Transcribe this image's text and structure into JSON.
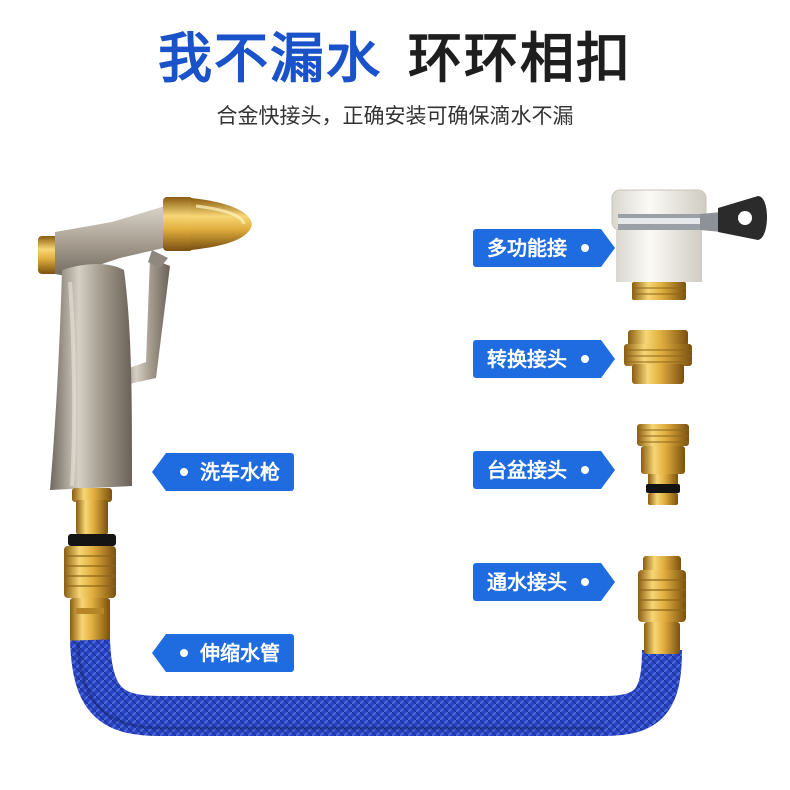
{
  "headline": {
    "part1": "我不漏水",
    "part2": "环环相扣",
    "subtitle": "合金快接头，正确安装可确保滴水不漏"
  },
  "labels": {
    "multi_connector": "多功能接",
    "adapter_connector": "转换接头",
    "faucet_connector": "台盆接头",
    "water_connector": "通水接头",
    "spray_gun": "洗车水枪",
    "hose": "伸缩水管"
  },
  "colors": {
    "accent_blue": "#1f6ce0",
    "title_blue": "#1a52c9",
    "brass": "#d8a93a",
    "hose_blue": "#2740b8",
    "gun_metal": "#a49a8c"
  }
}
